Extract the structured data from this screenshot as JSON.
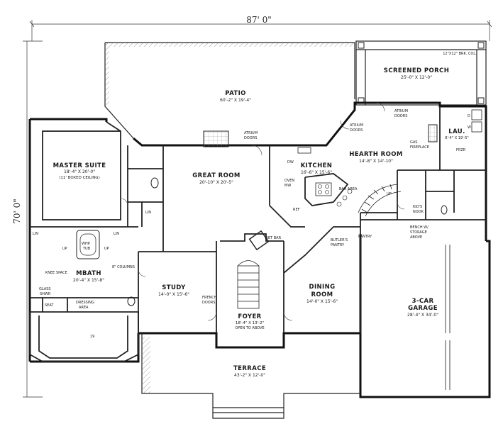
{
  "overall": {
    "width": "87' 0\"",
    "depth": "70' 0\""
  },
  "rooms": {
    "patio": {
      "name": "PATIO",
      "dim": "60'-2\" X 19'-4\""
    },
    "screened_porch": {
      "name": "SCREENED PORCH",
      "dim": "25'-0\" X 12'-0\"",
      "note": "12\"X12\" BRK. COL."
    },
    "master_suite": {
      "name": "MASTER SUITE",
      "dim": "18'-4\" X 20'-0\"",
      "note": "(11' BOXED CEILING)"
    },
    "great_room": {
      "name": "GREAT ROOM",
      "dim": "20'-10\" X 20'-5\""
    },
    "kitchen": {
      "name": "KITCHEN",
      "dim": "16'-6\" X 15'-6\""
    },
    "hearth_room": {
      "name": "HEARTH ROOM",
      "dim": "14'-8\" X 14'-10\""
    },
    "lau": {
      "name": "LAU.",
      "dim": "8'-4\" X 19'-5\""
    },
    "mbath": {
      "name": "MBATH",
      "dim": "20'-4\" X 15'-8\""
    },
    "study": {
      "name": "STUDY",
      "dim": "14'-0\" X 15'-6\""
    },
    "dining": {
      "name": "DINING",
      "name2": "ROOM",
      "dim": "14'-0\" X 15'-6\""
    },
    "foyer": {
      "name": "FOYER",
      "dim": "18'-4\" X 13'-2\"",
      "note": "OPEN TO ABOVE"
    },
    "garage": {
      "name": "3-CAR",
      "name2": "GARAGE",
      "dim": "28'-4\" X 34'-0\""
    },
    "terrace": {
      "name": "TERRACE",
      "dim": "43'-2\" X 12'-0\""
    }
  },
  "labels": {
    "atrium_doors": "ATRIUM DOORS",
    "atrium_doors_2": "ATRIUM DOORS",
    "atrium_doors_3": "ATRIUM DOORS",
    "atrium_word": "ATRIUM",
    "doors_word": "DOORS",
    "gas_fireplace_1": "GAS",
    "gas_fireplace_2": "FIREPLACE",
    "bar_area": "BAR AREA",
    "ref": "REF",
    "oven": "OVEN",
    "mw": "MW",
    "dw": "DW",
    "wet_bar": "WET BAR",
    "lin_1": "LIN",
    "lin_2": "LIN",
    "lin_3": "LIN",
    "whp_tub": "WHP.",
    "tub": "TUB",
    "up_1": "UP",
    "up_2": "UP",
    "up_3": "UP",
    "columns": "8\" COLUMNS",
    "knee_space": "KNEE SPACE",
    "glass_shwr_1": "GLASS",
    "glass_shwr_2": "SHWR",
    "seat": "SEAT",
    "dressing_1": "DRESSING",
    "dressing_2": "AREA",
    "butlers_1": "BUTLER'S",
    "butlers_2": "PANTRY",
    "pantry": "PANTRY",
    "kids_nook": "KID'S",
    "kids_nook_2": "NOOK",
    "bench_1": "BENCH W/",
    "bench_2": "STORAGE",
    "bench_3": "ABOVE",
    "french_1": "FRENCH",
    "french_2": "DOORS",
    "frzr": "FRZR",
    "d": "D",
    "w": "W",
    "num_19": "19"
  }
}
